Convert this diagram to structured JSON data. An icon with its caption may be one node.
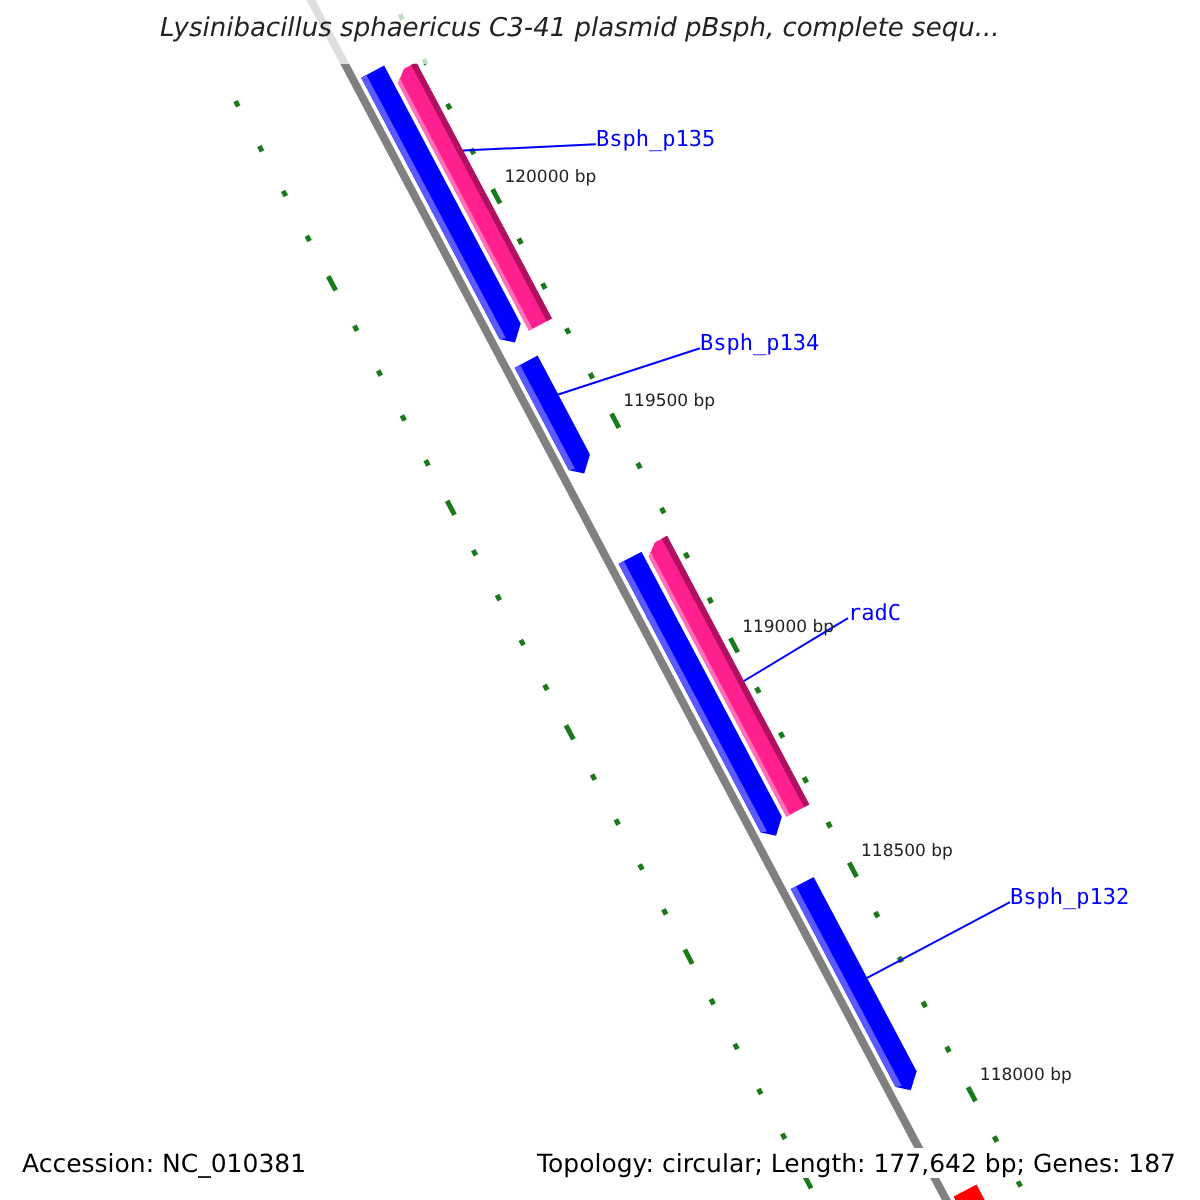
{
  "diagram": {
    "title": "Lysinibacillus sphaericus C3-41 plasmid pBsph, complete sequ...",
    "nodes": [
      {
        "text": [
          "Bsph_p135"
        ]
      },
      {
        "text": [],
        "shape": "bar"
      },
      {
        "text": [],
        "shape": "bar"
      },
      {
        "text": [
          "Bsph_p134"
        ]
      },
      {
        "text": [],
        "shape": "bar"
      },
      {
        "text": [
          "radC"
        ]
      },
      {
        "text": [],
        "shape": "bar"
      },
      {
        "text": [],
        "shape": "bar"
      },
      {
        "text": [
          "Bsph_p132"
        ]
      },
      {
        "text": [],
        "shape": "bar"
      },
      {
        "text": [],
        "shape": "bar"
      }
    ],
    "edges": [
      {
        "from": 0,
        "to": 2,
        "arrow": "none"
      },
      {
        "from": 3,
        "to": 4,
        "arrow": "none"
      },
      {
        "from": 5,
        "to": 6,
        "arrow": "none"
      },
      {
        "from": 8,
        "to": 9,
        "arrow": "none"
      }
    ],
    "labels": [
      "120000 bp",
      "119500 bp",
      "119000 bp",
      "118500 bp",
      "118000 bp",
      "Accession: NC_010381",
      "Topology: circular; Length: 177,642 bp; Genes: 187"
    ]
  }
}
